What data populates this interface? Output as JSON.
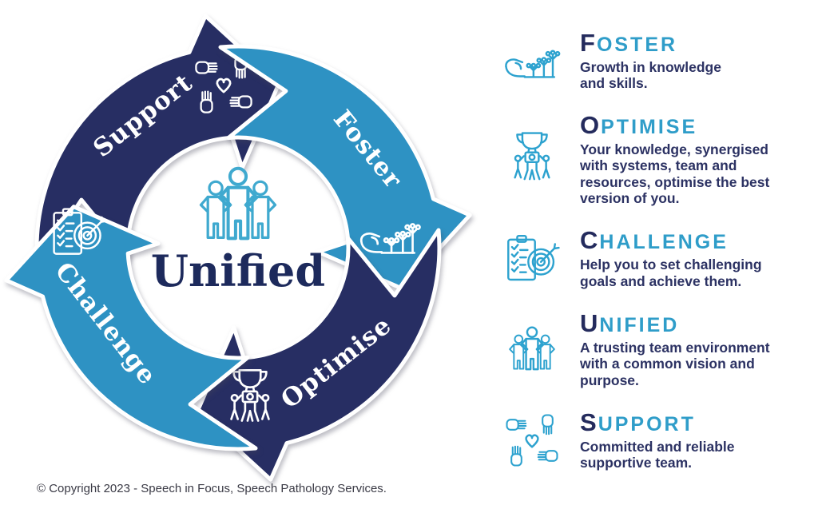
{
  "wheel": {
    "center": {
      "label": "Unified",
      "icon": "unified-people-icon"
    },
    "segments": [
      {
        "label": "Support",
        "color": "#272e63",
        "icon": "hands-heart-icon"
      },
      {
        "label": "Foster",
        "color": "#2e92c3",
        "icon": "hand-plants-icon"
      },
      {
        "label": "Optimise",
        "color": "#272e63",
        "icon": "trophy-team-icon"
      },
      {
        "label": "Challenge",
        "color": "#2e92c3",
        "icon": "clipboard-target-icon"
      }
    ]
  },
  "legend": {
    "items": [
      {
        "initial": "F",
        "rest": "OSTER",
        "description": "Growth in knowledge and skills.",
        "icon": "hand-plants-icon"
      },
      {
        "initial": "O",
        "rest": "PTIMISE",
        "description": "Your knowledge, synergised with systems, team and resources, optimise the best version of you.",
        "icon": "trophy-team-icon"
      },
      {
        "initial": "C",
        "rest": "HALLENGE",
        "description": "Help you to set challenging goals and achieve them.",
        "icon": "clipboard-target-icon"
      },
      {
        "initial": "U",
        "rest": "NIFIED",
        "description": "A trusting team environment with a common vision and purpose.",
        "icon": "unified-people-icon"
      },
      {
        "initial": "S",
        "rest": "UPPORT",
        "description": "Committed and reliable supportive team.",
        "icon": "hands-heart-icon"
      }
    ]
  },
  "footer": {
    "copyright": "© Copyright 2023 - Speech in Focus, Speech Pathology Services."
  },
  "colors": {
    "navy": "#272e63",
    "blue": "#2e92c3",
    "heading_navy": "#242b5d",
    "heading_teal": "#2f9dc9",
    "description_navy": "#2c3263",
    "icon_teal": "#2da2cf",
    "center_text_navy": "#1d2a5c",
    "copyright_gray": "#3a3a45"
  }
}
